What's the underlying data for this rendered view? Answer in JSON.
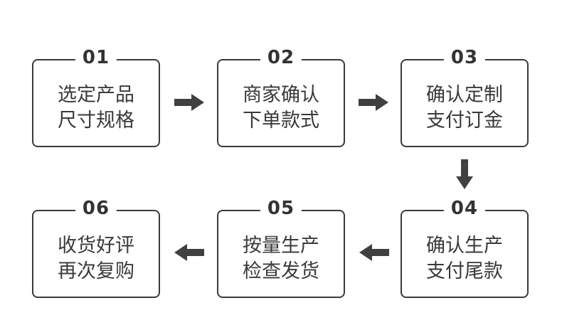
{
  "steps": [
    {
      "number": "01",
      "lines": [
        "选定产品",
        "尺寸规格"
      ]
    },
    {
      "number": "02",
      "lines": [
        "商家确认",
        "下单款式"
      ]
    },
    {
      "number": "03",
      "lines": [
        "确认定制",
        "支付订金"
      ]
    },
    {
      "number": "04",
      "lines": [
        "确认生产",
        "支付尾款"
      ]
    },
    {
      "number": "05",
      "lines": [
        "按量生产",
        "检查发货"
      ]
    },
    {
      "number": "06",
      "lines": [
        "收货好评",
        "再次复购"
      ]
    }
  ],
  "colors": {
    "border": "#3a3a3a",
    "text": "#3a3a3a",
    "arrow": "#404040",
    "background": "#ffffff"
  }
}
